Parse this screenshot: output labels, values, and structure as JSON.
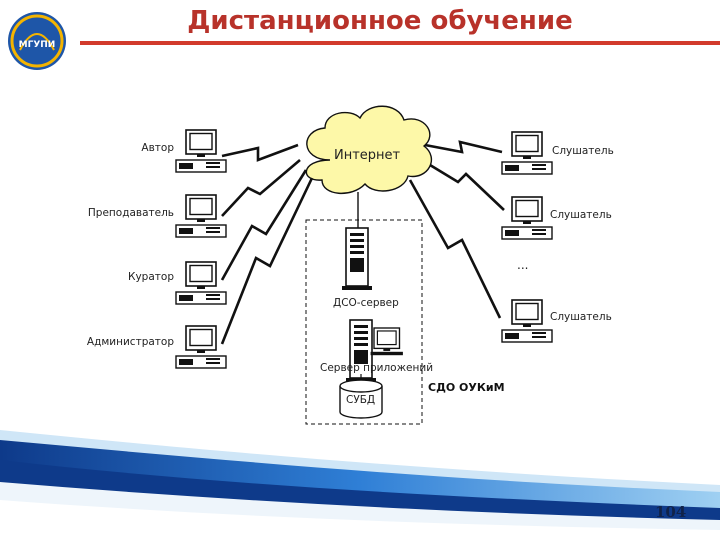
{
  "header": {
    "title": "Дистанционное обучение",
    "logo_text": "МГУПИ",
    "accent_color": "#d23a2c",
    "title_color": "#b8322a"
  },
  "diagram": {
    "cloud_label": "Интернет",
    "left_nodes": [
      "Автор",
      "Преподаватель",
      "Куратор",
      "Администратор"
    ],
    "right_nodes": [
      "Слушатель",
      "Слушатель",
      "Слушатель"
    ],
    "ellipsis": "...",
    "center": {
      "sdo_server": "ДСО-сервер",
      "app_server": "Сервер приложений",
      "dbms": "СУБД",
      "group_label": "СДО ОУКиМ"
    }
  },
  "footer": {
    "page_number": "104",
    "colors": [
      "#0e3a8a",
      "#2f7fd6",
      "#7fc0ee",
      "#eef5fb"
    ]
  }
}
